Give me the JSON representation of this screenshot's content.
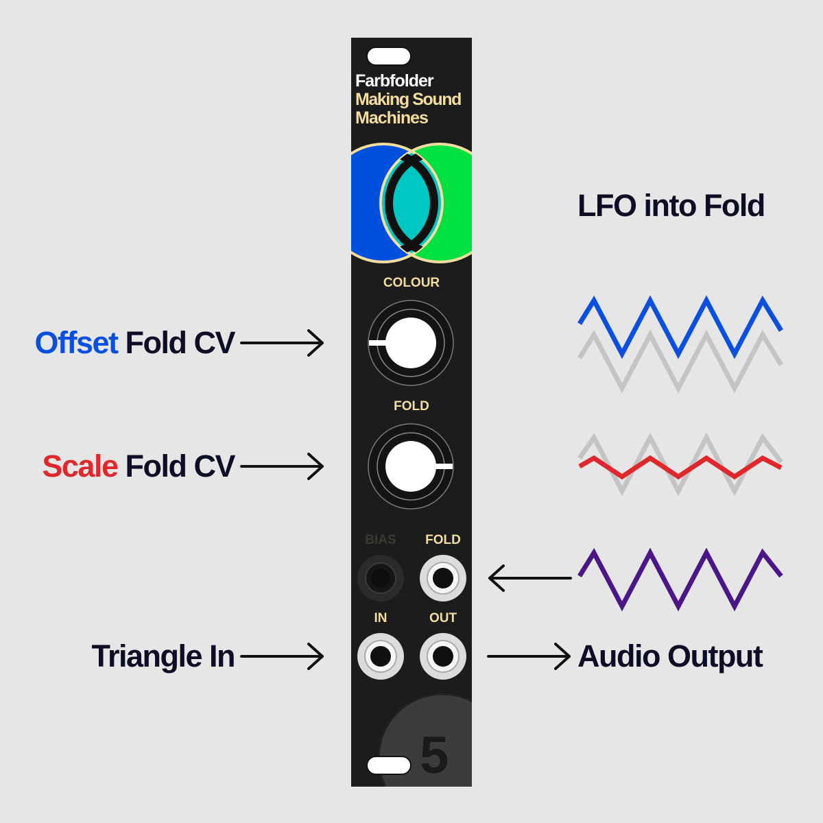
{
  "module": {
    "name": "Farbfolder",
    "maker_line1": "Making Sound",
    "maker_line2": "Machines",
    "colour_label": "COLOUR",
    "fold_label": "FOLD",
    "bias_jack_label": "BIAS",
    "fold_jack_label": "FOLD",
    "in_jack_label": "IN",
    "out_jack_label": "OUT",
    "badge_number": "5"
  },
  "annotations": {
    "offset_word": "Offset",
    "offset_rest": "Fold CV",
    "scale_word": "Scale",
    "scale_rest": "Fold CV",
    "triangle_in": "Triangle In",
    "audio_output": "Audio Output",
    "lfo_title": "LFO into Fold"
  },
  "colors": {
    "background": "#e6e6e6",
    "panel": "#1c1c1c",
    "accent_text": "#f3dea0",
    "venn_blue": "#0050e0",
    "venn_green": "#00e040",
    "venn_overlap": "#00c6c4",
    "offset_blue": "#0a4fe0",
    "scale_red": "#e0282c",
    "lfo_purple": "#4b1688",
    "ghost_grey": "#c4c4c4",
    "label_navy": "#0d0d26"
  },
  "icons": [
    "venn-diagram-icon",
    "knob-icon",
    "jack-icon",
    "arrow-right-icon",
    "arrow-left-icon",
    "triangle-wave-icon"
  ]
}
